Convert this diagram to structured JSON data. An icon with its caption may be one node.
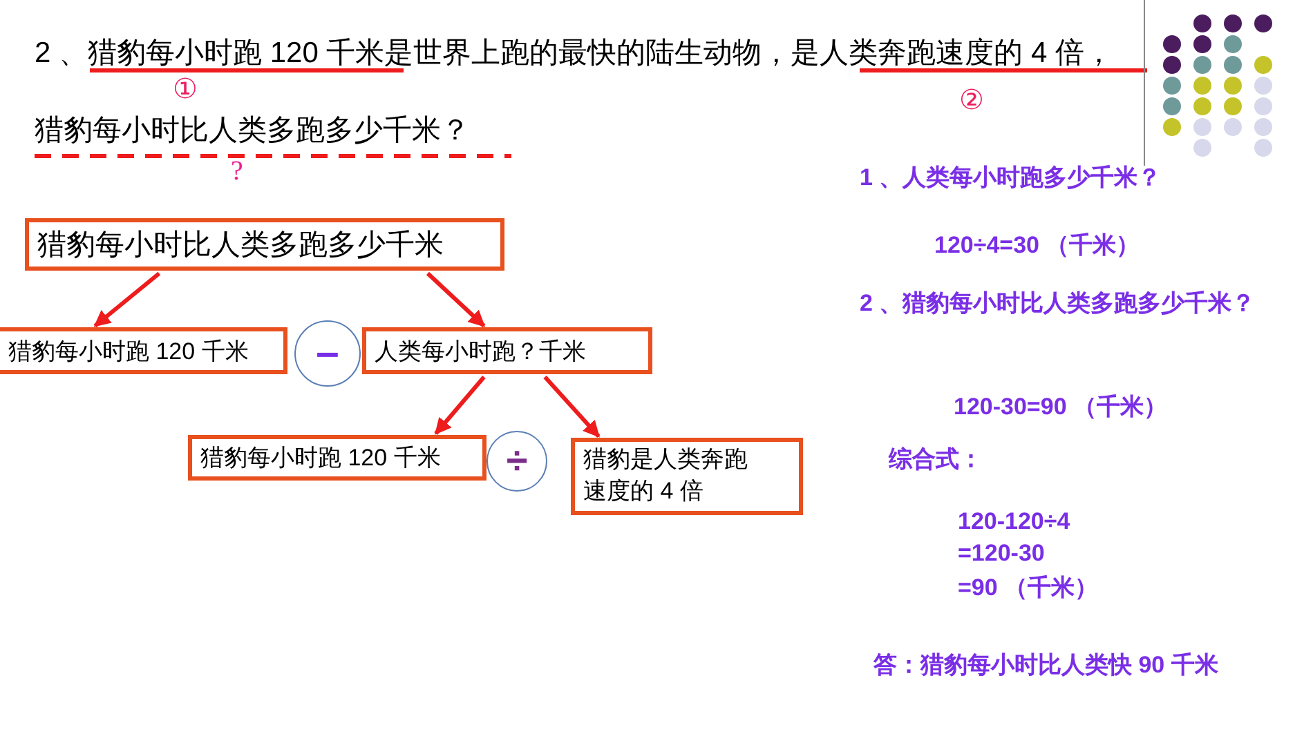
{
  "diagram": {
    "nodes": [
      {
        "text": [
          "猎豹每小时比人类多跑多少千米"
        ]
      },
      {
        "text": [
          "猎豹每小时跑 120 千米"
        ]
      },
      {
        "text": [
          "–"
        ]
      },
      {
        "text": [
          "人类每小时跑？千米"
        ]
      },
      {
        "text": [
          "猎豹每小时跑 120 千米"
        ]
      },
      {
        "text": [
          "÷"
        ]
      },
      {
        "text": [
          "猎豹是人类奔跑速度的 4 倍"
        ]
      }
    ],
    "edges": [
      {
        "from": 0,
        "to": 1,
        "arrow": "to"
      },
      {
        "from": 0,
        "to": 3,
        "arrow": "to"
      },
      {
        "from": 3,
        "to": 4,
        "arrow": "to"
      },
      {
        "from": 3,
        "to": 6,
        "arrow": "to"
      }
    ],
    "labels": [
      "2 、猎豹每小时跑 120 千米是世界上跑的最快的陆生动物，是人类奔跑速度的 4 倍，",
      "①",
      "②",
      "猎豹每小时比人类多跑多少千米？",
      "?",
      "1 、人类每小时跑多少千米？",
      "120÷4=30 （千米）",
      "2 、猎豹每小时比人类多跑多少千米？",
      "120-30=90 （千米）",
      "综合式：",
      "120-120÷4",
      "=120-30",
      "=90 （千米）",
      "答：猎豹每小时比人类快 90 千米"
    ]
  }
}
